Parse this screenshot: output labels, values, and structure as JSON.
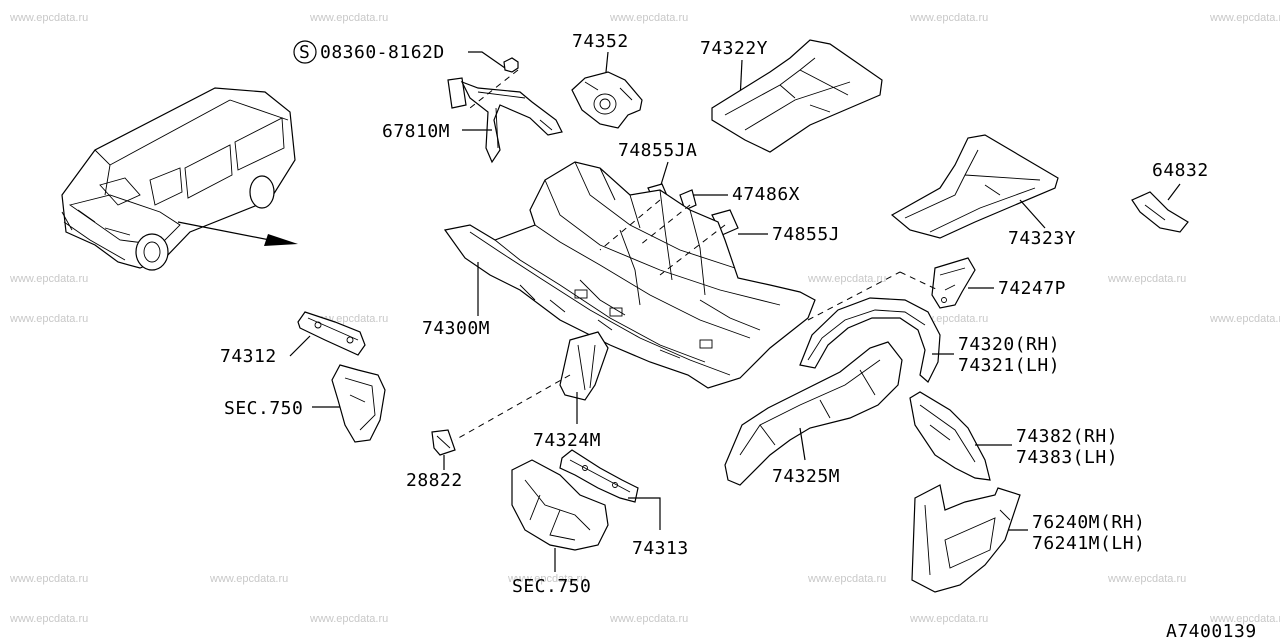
{
  "watermark": "www.epcdata.ru",
  "diagram_code": "A7400139",
  "labels": {
    "bolt": "08360-8162D",
    "bolt_symbol": "S",
    "p74352": "74352",
    "p74322Y": "74322Y",
    "p67810M": "67810M",
    "p74855JA": "74855JA",
    "p47486X": "47486X",
    "p74855J": "74855J",
    "p64832": "64832",
    "p74323Y": "74323Y",
    "p74247P": "74247P",
    "p74300M": "74300M",
    "p74312": "74312",
    "p74320": "74320(RH)",
    "p74321": "74321(LH)",
    "sec750a": "SEC.750",
    "p74382": "74382(RH)",
    "p74383": "74383(LH)",
    "p74324M": "74324M",
    "p74325M": "74325M",
    "p28822": "28822",
    "p74313": "74313",
    "p76240M": "76240M(RH)",
    "p76241M": "76241M(LH)",
    "sec750b": "SEC.750"
  }
}
